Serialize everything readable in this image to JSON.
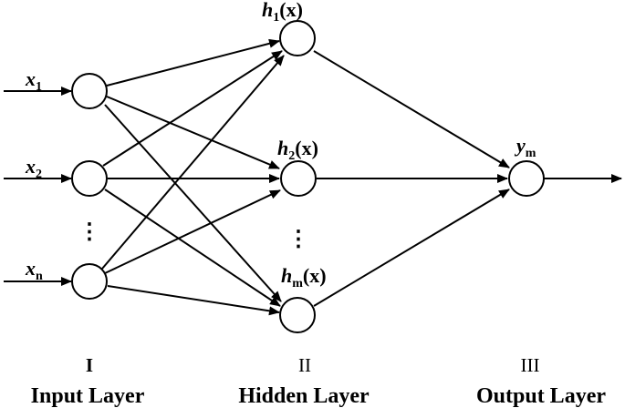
{
  "inputs": [
    {
      "var": "x",
      "sub": "1"
    },
    {
      "var": "x",
      "sub": "2"
    },
    {
      "var": "x",
      "sub": "n"
    }
  ],
  "hidden": [
    {
      "var": "h",
      "sub": "1",
      "arg": "(x)"
    },
    {
      "var": "h",
      "sub": "2",
      "arg": "(x)"
    },
    {
      "var": "h",
      "sub": "m",
      "arg": "(x)"
    }
  ],
  "output": {
    "var": "y",
    "sub": "m"
  },
  "ellipsis": "⋮",
  "layers": [
    {
      "numeral": "I",
      "name": "Input Layer"
    },
    {
      "numeral": "II",
      "name": "Hidden Layer"
    },
    {
      "numeral": "III",
      "name": "Output Layer"
    }
  ]
}
